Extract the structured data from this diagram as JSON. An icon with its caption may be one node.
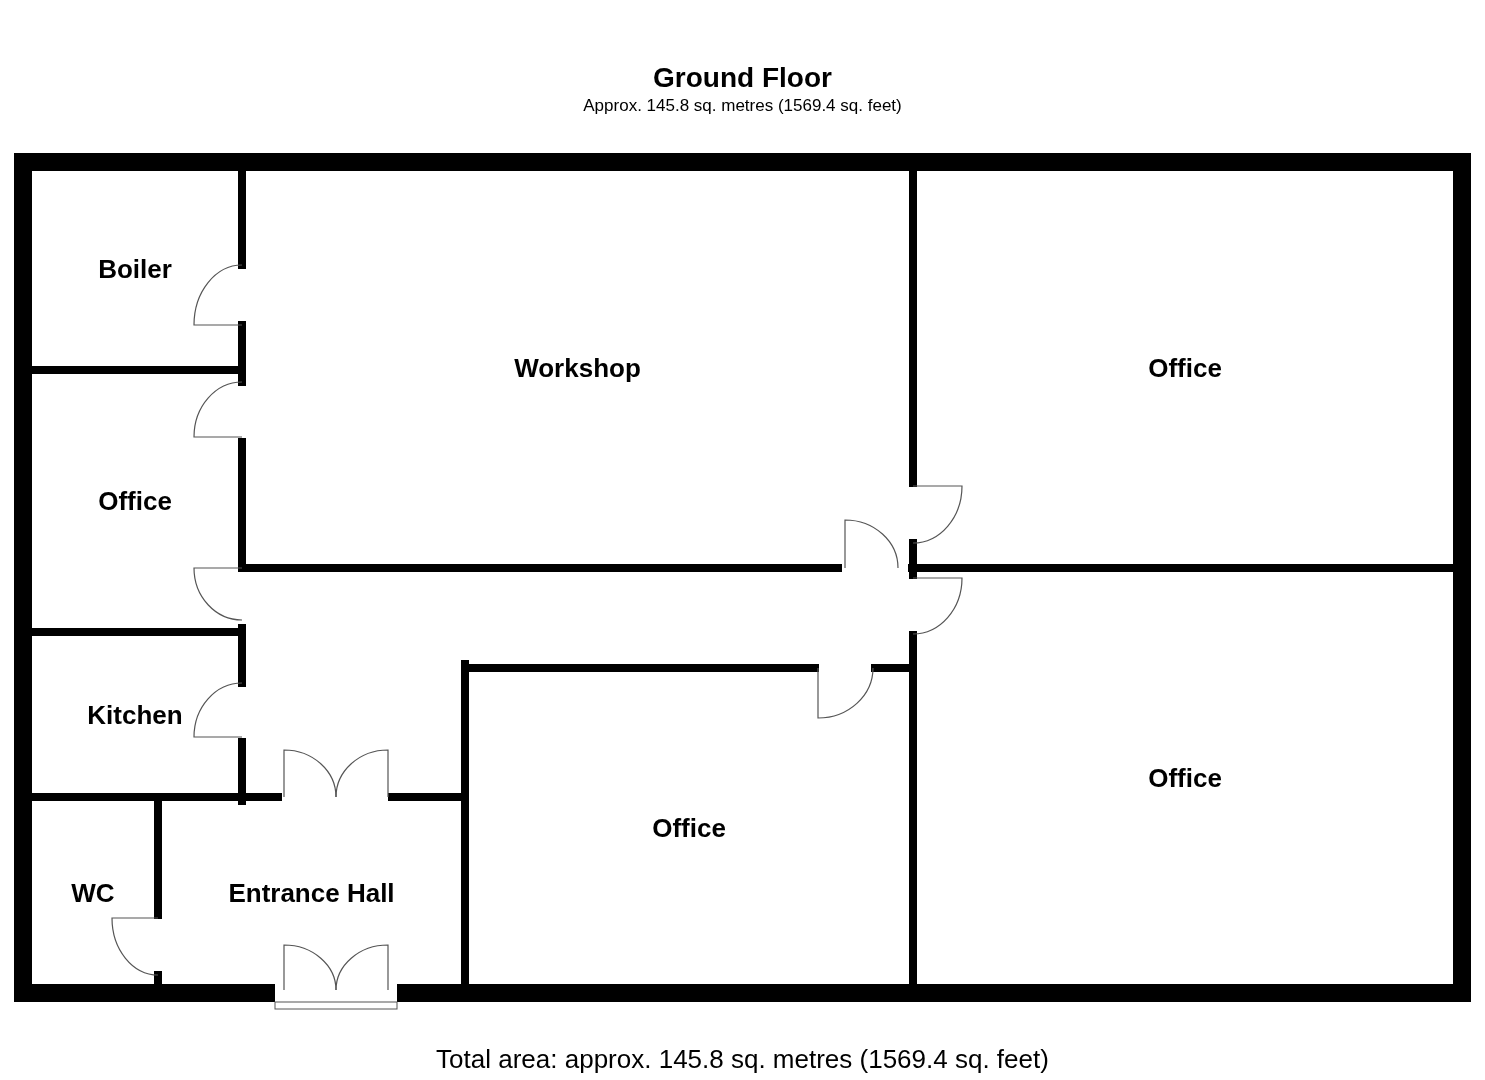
{
  "diagram": {
    "title": "Ground Floor",
    "caption": "Total area: approx. 145.8 sq. metres (1569.4 sq. feet)",
    "nodes": [
      {
        "text": [
          "Boiler"
        ]
      },
      {
        "text": [
          "Workshop"
        ]
      },
      {
        "text": [
          "Office"
        ]
      },
      {
        "text": [
          "Office"
        ]
      },
      {
        "text": [
          "Kitchen"
        ]
      },
      {
        "text": [
          "Office"
        ]
      },
      {
        "text": [
          "Office"
        ]
      },
      {
        "text": [
          "WC"
        ]
      },
      {
        "text": [
          "Entrance Hall"
        ]
      }
    ],
    "labels": [
      "Approx. 145.8 sq. metres (1569.4 sq. feet)"
    ]
  }
}
